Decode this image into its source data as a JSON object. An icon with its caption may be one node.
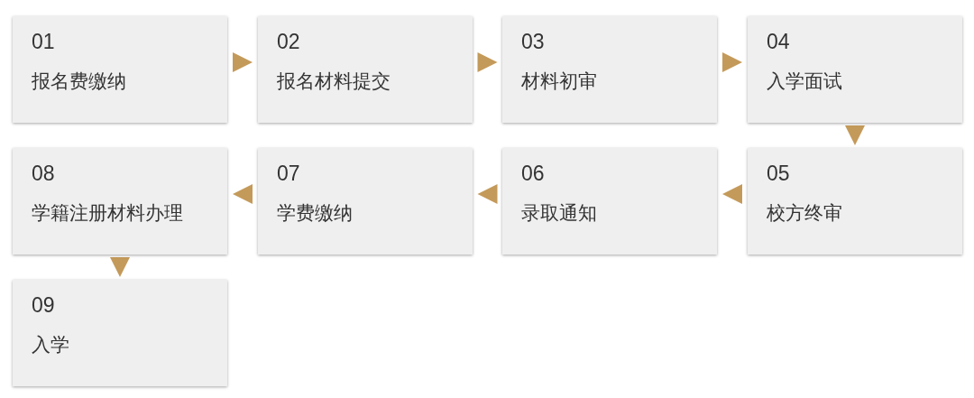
{
  "diagram": {
    "nodes": [
      {
        "text": [
          "01",
          "报名费缴纳"
        ]
      },
      {
        "text": [
          "02",
          "报名材料提交"
        ]
      },
      {
        "text": [
          "03",
          "材料初审"
        ]
      },
      {
        "text": [
          "04",
          "入学面试"
        ]
      },
      {
        "text": [
          "05",
          "校方终审"
        ]
      },
      {
        "text": [
          "06",
          "录取通知"
        ]
      },
      {
        "text": [
          "07",
          "学费缴纳"
        ]
      },
      {
        "text": [
          "08",
          "学籍注册材料办理"
        ]
      },
      {
        "text": [
          "09",
          "入学"
        ]
      }
    ],
    "edges": [
      {
        "from": 0,
        "to": 1,
        "arrow": "to"
      },
      {
        "from": 1,
        "to": 2,
        "arrow": "to"
      },
      {
        "from": 2,
        "to": 3,
        "arrow": "to"
      },
      {
        "from": 3,
        "to": 4,
        "arrow": "to"
      },
      {
        "from": 4,
        "to": 5,
        "arrow": "to"
      },
      {
        "from": 5,
        "to": 6,
        "arrow": "to"
      },
      {
        "from": 6,
        "to": 7,
        "arrow": "to"
      },
      {
        "from": 7,
        "to": 8,
        "arrow": "to"
      }
    ]
  }
}
